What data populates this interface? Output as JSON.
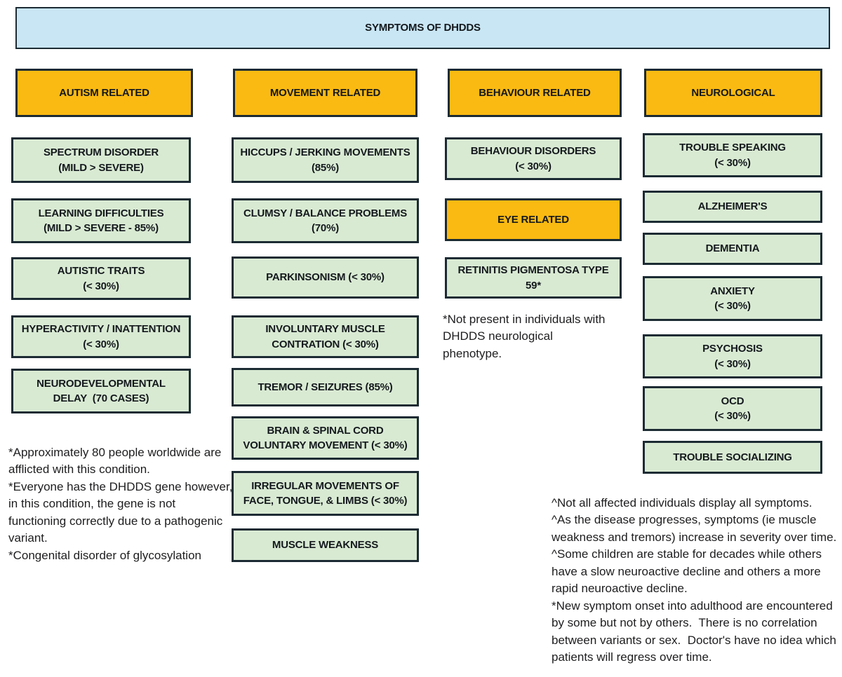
{
  "title": "SYMPTOMS OF DHDDS",
  "colors": {
    "title_bg": "#c9e6f4",
    "category_bg": "#fbba12",
    "symptom_bg": "#d9ead3",
    "border": "#1c2b33"
  },
  "columns": [
    {
      "header": "AUTISM RELATED",
      "boxes": [
        {
          "text": "SPECTRUM DISORDER\n(MILD > SEVERE)"
        },
        {
          "text": "LEARNING DIFFICULTIES\n(MILD > SEVERE - 85%)"
        },
        {
          "text": "AUTISTIC TRAITS\n(< 30%)"
        },
        {
          "text": "HYPERACTIVITY / INATTENTION\n(< 30%)"
        },
        {
          "text": "NEURODEVELOPMENTAL\nDELAY  (70 CASES)"
        }
      ]
    },
    {
      "header": "MOVEMENT RELATED",
      "boxes": [
        {
          "text": "HICCUPS / JERKING MOVEMENTS\n(85%)"
        },
        {
          "text": "CLUMSY / BALANCE PROBLEMS\n(70%)"
        },
        {
          "text": "PARKINSONISM (< 30%)"
        },
        {
          "text": "INVOLUNTARY MUSCLE\nCONTRATION (< 30%)"
        },
        {
          "text": "TREMOR / SEIZURES (85%)"
        },
        {
          "text": "BRAIN & SPINAL CORD\nVOLUNTARY MOVEMENT (< 30%)"
        },
        {
          "text": "IRREGULAR MOVEMENTS OF\nFACE, TONGUE, & LIMBS (< 30%)"
        },
        {
          "text": "MUSCLE WEAKNESS"
        }
      ]
    },
    {
      "header": "BEHAVIOUR RELATED",
      "boxes": [
        {
          "text": "BEHAVIOUR DISORDERS\n(< 30%)"
        },
        {
          "text": "EYE RELATED"
        },
        {
          "text": "RETINITIS PIGMENTOSA TYPE\n59*"
        }
      ]
    },
    {
      "header": "NEUROLOGICAL",
      "boxes": [
        {
          "text": "TROUBLE SPEAKING\n(< 30%)"
        },
        {
          "text": "ALZHEIMER'S"
        },
        {
          "text": "DEMENTIA"
        },
        {
          "text": "ANXIETY\n(< 30%)"
        },
        {
          "text": "PSYCHOSIS\n(< 30%)"
        },
        {
          "text": "OCD\n(< 30%)"
        },
        {
          "text": "TROUBLE SOCIALIZING"
        }
      ]
    }
  ],
  "footnotes": {
    "autism": "*Approximately 80 people worldwide are\nafflicted with this condition.\n*Everyone has the DHDDS gene however,\nin this condition, the gene is not\nfunctioning correctly due to a pathogenic\nvariant.\n*Congenital disorder of glycosylation",
    "eye": "*Not present in individuals with\nDHDDS neurological\nphenotype.",
    "general": "^Not all affected individuals display all symptoms.\n^As the disease progresses, symptoms (ie muscle\nweakness and tremors) increase in severity over time.\n^Some children are stable for decades while others\nhave a slow neuroactive decline and others a more\nrapid neuroactive decline.\n*New symptom onset into adulthood are encountered\nby some but not by others.  There is no correlation\nbetween variants or sex.  Doctor's have no idea which\npatients will regress over time."
  }
}
